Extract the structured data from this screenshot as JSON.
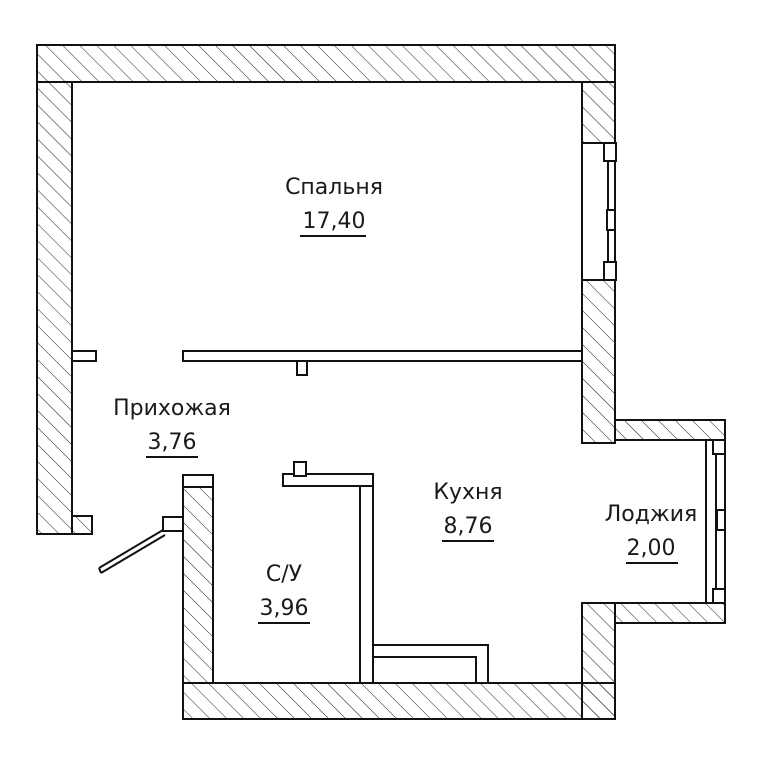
{
  "rooms": [
    {
      "id": "bedroom",
      "name": "Спальня",
      "area": "17,40"
    },
    {
      "id": "hallway",
      "name": "Прихожая",
      "area": "3,76"
    },
    {
      "id": "kitchen",
      "name": "Кухня",
      "area": "8,76"
    },
    {
      "id": "loggia",
      "name": "Лоджия",
      "area": "2,00"
    },
    {
      "id": "bathroom",
      "name": "С/У",
      "area": "3,96"
    }
  ]
}
